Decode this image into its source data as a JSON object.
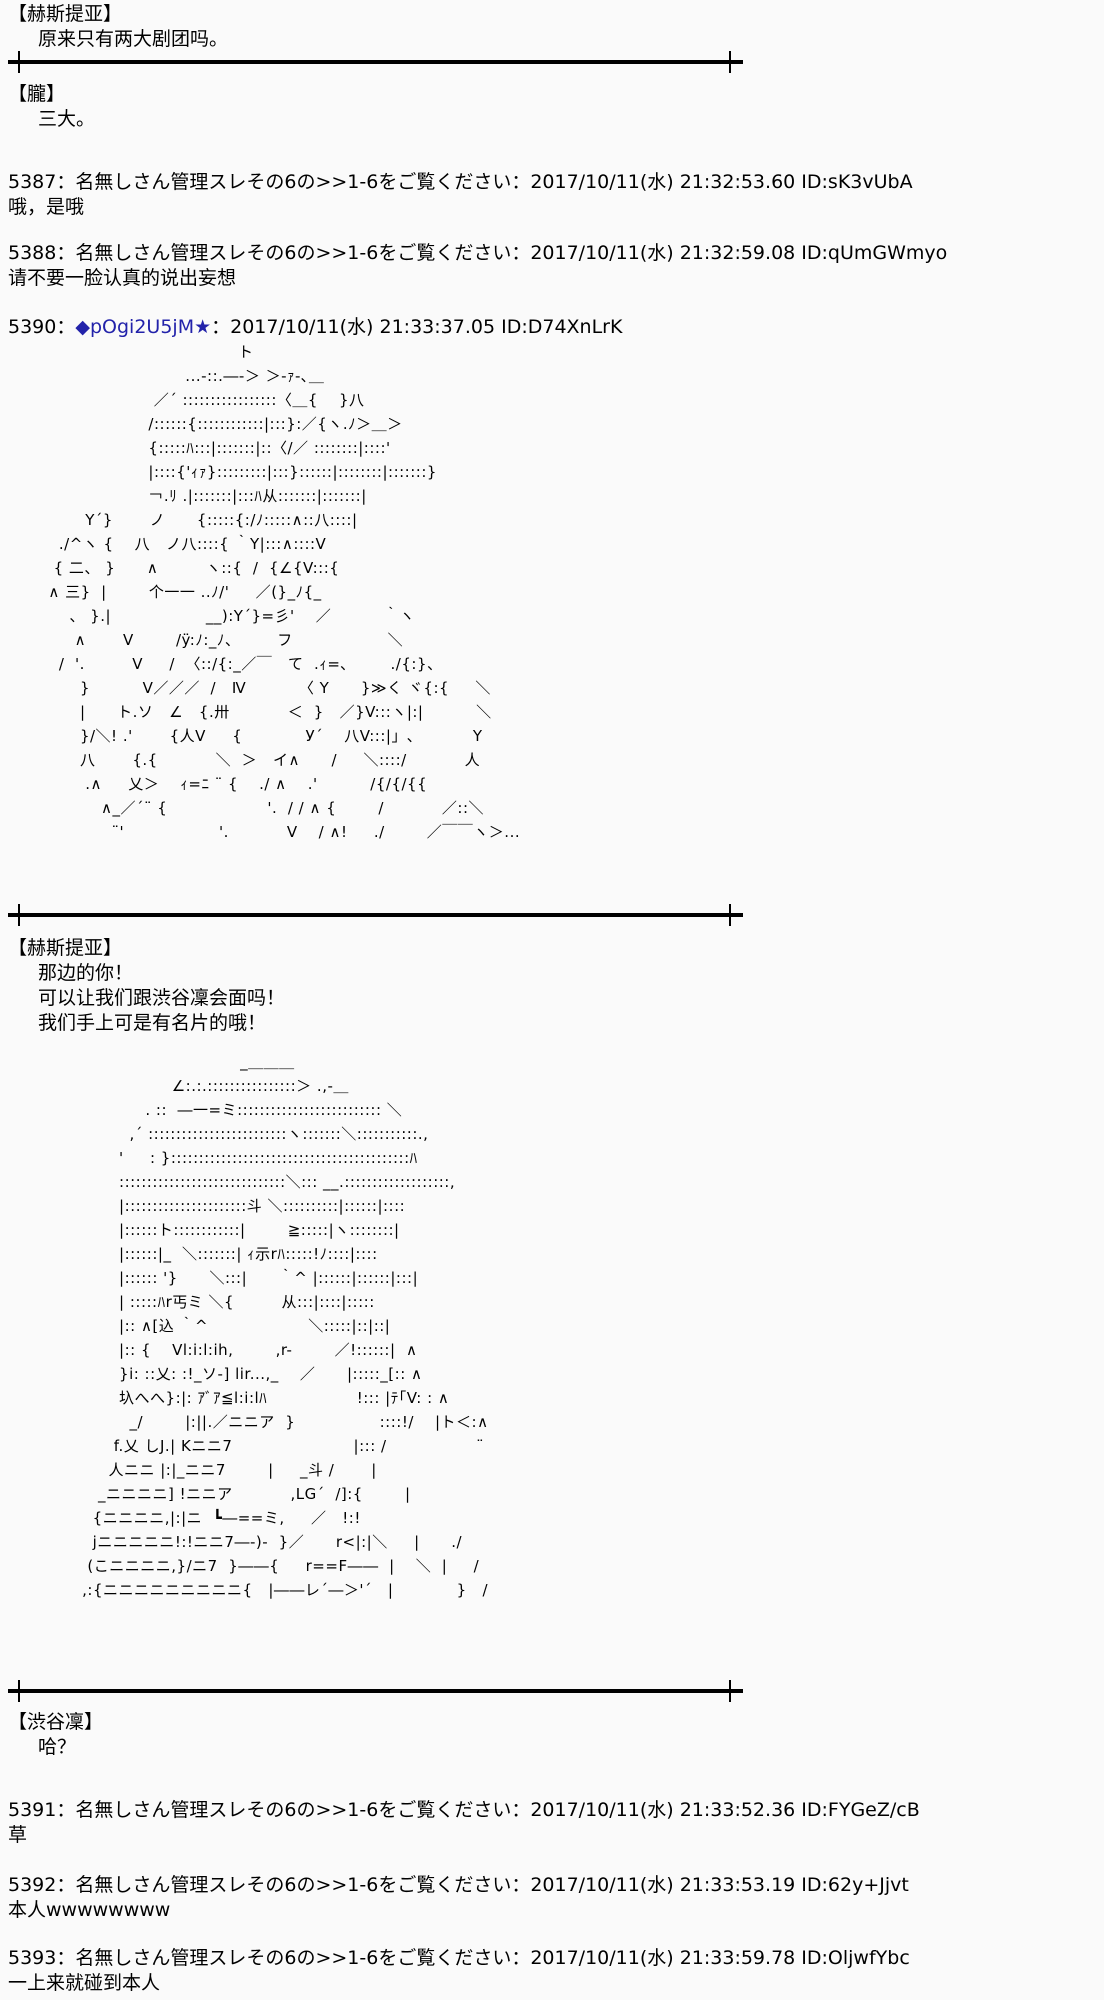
{
  "scene1": {
    "speaker": "【赫斯提亚】",
    "line": "原来只有两大剧团吗。"
  },
  "scene2": {
    "speaker": "【朧】",
    "line": "三大。"
  },
  "posts": [
    {
      "header": "5387：名無しさん管理スレその6の>>1-6をご覧ください：2017/10/11(水) 21:32:53.60 ID:sK3vUbA",
      "body": "哦，是哦"
    },
    {
      "header": "5388：名無しさん管理スレその6の>>1-6をご覧ください：2017/10/11(水) 21:32:59.08 ID:qUmGWmyo",
      "body": "请不要一脸认真的说出妄想"
    }
  ],
  "post5390": {
    "num": "5390：",
    "name": "◆pOgi2U5jM★",
    "rest": "：2017/10/11(水) 21:33:37.05 ID:D74XnLrK"
  },
  "aa1": "                                         ト\n                               ...-::.―‐＞ ＞-ｧ-､＿\n                         ／´ :::::::::::::::::〈＿{    }八\n                        /::::::{::::::::::::|:::}:／{ヽ.ﾉ＞＿＞\n                        {:::::ﾊ:::|:::::::|::〈/／ ::::::::|::::'\n                        |::::{'ｨｧ}:::::::::|:::}::::::|::::::::|:::::::}\n                        ￢.ﾘ .|:::::::|:::ﾊ从:::::::|:::::::|\n            Y´}       ノ      {:::::{:/ﾉ:::::∧::八::::|\n       ./^ヽ {    八   ノ八::::{ ｀Y|:::∧::::V\n      { 二、 }      ∧         ヽ::{  /  {∠{V:::{\n     ∧ 三}  |        个一一 ..ﾉ/'     ／(}_ﾉ{_\n         、 }.|                  __):Y´}=彡'    ／          ｀ヽ\n          ∧       V        /ÿ:ﾉ:_ﾉ、       フ                  ＼\n       /  '.         V     /  〈::/{:_／￣   て  .ｨ=､        ./{:}、\n           }          V／／／  /   Ⅳ          〈 Y      }≫く ヾ{:{     ＼\n           |      ト.ソ   ∠   {.卅           ＜  }   ／}V:::ヽ|:|          ＼\n           }/＼! .'       {人V     {            У´    八V:::|」､           Y\n           八       {.{           ＼  ＞   イ∧      /     ＼::::/           人\n            .∧     乂＞    ｨ=ﾆ ¨ {    ./ ∧    .'          /{/{/{{\n               ∧_／´¨ {                   '.  / / ∧ {        /           ／::＼\n                 ¨'                  '.           V    / ∧!     ./        ／￣￣ヽ＞...",
  "scene3": {
    "speaker": "【赫斯提亚】",
    "lines": [
      "那边的你！",
      "可以让我们跟渋谷凜会面吗！",
      "我们手上可是有名片的哦！"
    ]
  },
  "aa2": "                                      _＿＿＿\n                         ∠:.:.::::::::::::::::＞ .,-＿\n                    . ::  ―一=ミ:::::::::::::::::::::::::: ＼\n                 ,´ :::::::::::::::::::::::::ヽ:::::::＼:::::::::::.,\n               '     : }:::::::::::::::::::::::::::::::::::::::::::ﾊ\n               ::::::::::::::::::::::::::::::＼::: __.:::::::::::::::::::,\n               |::::::::::::::::::::::斗 ＼::::::::::|::::::|::::\n               |::::::ト::::::::::::|        ≧:::::|ヽ::::::::|\n               |::::::|_  ＼:::::::| ｨ示rﾊ:::::!ﾉ::::|::::\n               |:::::: '}      ＼:::|      ｀^ |::::::|::::::|:::|\n               | :::::ﾊr丐ミ ＼{         从:::|::::|:::::\n               |:: ∧[込 ｀^                   ＼:::::|::|::|\n               |:: {    Vl:i:l:ih,        ,r-        ／!::::::|  ∧\n               }i: ::乂: :!_ソ-] lir...,_    ／      |:::::_[:: ∧\n               圦へへ}:|: ｱﾞｱ≦l:i:lﾊ                 !::: |ﾃ｢V: : ∧\n                 _/        |:||.／ニニア  }                ::::!/    |ト＜:∧\n              f.乂 しJ.| Kニニ7                       |::: /                 ¨\n             人ニニ |:|_ニニ7        |     _斗 /       |\n           _ニニニニ] !ニニア           ,LG´  /]:{        |\n          {ニニニニ,|:|ニ  ┗―==ミ,     ／   !:!\n          jニニニニニ!:!ニニ7―-)-  }／      r<|:|＼     |      ./\n         (こニニニニ,}/ニ7  }――{     r==F――  |    ＼  |     /\n        ,:{ニニニニニニニニニ{   |――レ´―＞'´   |            }   /",
  "scene4": {
    "speaker": "【渋谷凜】",
    "line": "哈？"
  },
  "posts2": [
    {
      "header": "5391：名無しさん管理スレその6の>>1-6をご覧ください：2017/10/11(水) 21:33:52.36 ID:FYGeZ/cB",
      "body": "草"
    },
    {
      "header": "5392：名無しさん管理スレその6の>>1-6をご覧ください：2017/10/11(水) 21:33:53.19 ID:62y+Jjvt",
      "body": "本人wwwwwwww"
    },
    {
      "header": "5393：名無しさん管理スレその6の>>1-6をご覧ください：2017/10/11(水) 21:33:59.78 ID:OljwfYbc",
      "body": "一上来就碰到本人"
    }
  ],
  "colors": {
    "background": "#fafafa",
    "trip_name": "#2222aa",
    "divider": "#000000"
  }
}
